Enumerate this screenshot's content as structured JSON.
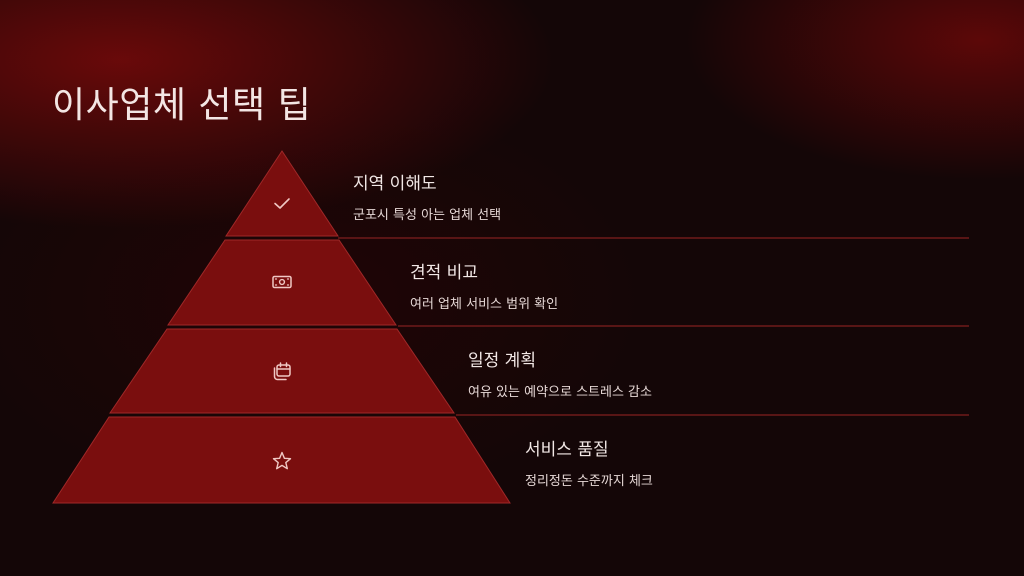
{
  "title": "이사업체 선택 팁",
  "colors": {
    "tier_fill": "#7a0e0e",
    "tier_stroke": "#a22a2a",
    "line": "#6a1a1a",
    "text": "#f2e8e6"
  },
  "tiers": [
    {
      "heading": "지역 이해도",
      "description": "군포시 특성 아는 업체 선택",
      "icon": "check-icon"
    },
    {
      "heading": "견적 비교",
      "description": "여러 업체 서비스 범위 확인",
      "icon": "banknote-icon"
    },
    {
      "heading": "일정 계획",
      "description": "여유 있는 예약으로 스트레스 감소",
      "icon": "calendar-icon"
    },
    {
      "heading": "서비스 품질",
      "description": "정리정돈 수준까지 체크",
      "icon": "star-icon"
    }
  ]
}
